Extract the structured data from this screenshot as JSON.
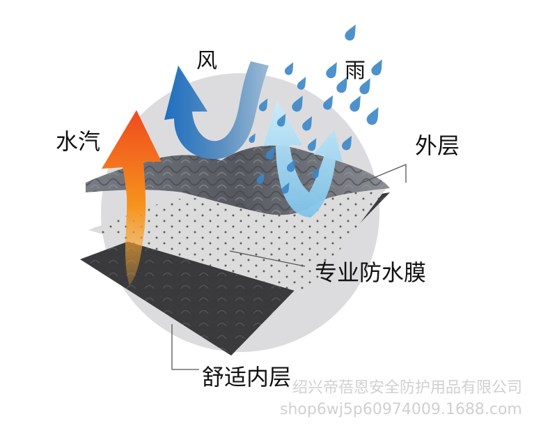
{
  "labels": {
    "wind": "风",
    "rain": "雨",
    "vapor": "水汽",
    "outer_layer": "外层",
    "membrane": "专业防水膜",
    "inner_layer": "舒适内层"
  },
  "watermark": {
    "company": "绍兴帝蓓恩安全防护用品有限公司",
    "url": "shop6wj5p60974009.1688.com"
  },
  "colors": {
    "background_circle": "#dcdcdf",
    "outer_layer": "#5f6268",
    "membrane": "#d9d9d9",
    "inner_layer": "#3c3c3e",
    "wind_arrow": "#2e78c2",
    "wind_arrow_light": "#8fb8d8",
    "vapor_arrow": "#f05a1c",
    "vapor_arrow_light": "#fbb03b",
    "rain_drop": "#3b86c8",
    "rain_arrow": "#a9d8f2"
  },
  "icons": [
    "wind-arrow-icon",
    "vapor-arrow-icon",
    "rain-arrow-icon",
    "raindrop-icon"
  ]
}
